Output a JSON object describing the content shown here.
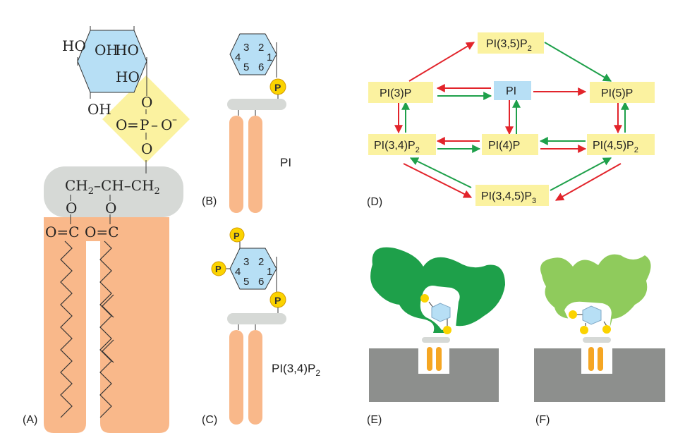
{
  "panel_labels": {
    "a": "(A)",
    "b": "(B)",
    "c": "(C)",
    "d": "(D)",
    "e": "(E)",
    "f": "(F)"
  },
  "panel_a": {
    "ring_labels": [
      "HO",
      "OH",
      "HO",
      "HO",
      "OH"
    ],
    "phosphate": {
      "o_top": "O",
      "o_left": "O",
      "eq": "=",
      "p": "P",
      "dash": "–",
      "o_right": "O",
      "minus": "–",
      "o_bottom": "O"
    },
    "glycerol": {
      "ch2_left": "CH",
      "ch2_left_sub": "2",
      "dash1": "–",
      "ch": "CH",
      "dash2": "–",
      "ch2_right": "CH",
      "ch2_right_sub": "2"
    },
    "ester_o_left": "O",
    "ester_o_right": "O",
    "carbonyl_left": "O=C",
    "carbonyl_right": "O=C"
  },
  "panel_b": {
    "ring_numbers": [
      "3",
      "2",
      "4",
      "1",
      "5",
      "6"
    ],
    "phosphate_badge": "P",
    "molecule_label": "PI"
  },
  "panel_c": {
    "ring_numbers": [
      "3",
      "2",
      "4",
      "1",
      "5",
      "6"
    ],
    "phosphate_badges": [
      "P",
      "P",
      "P"
    ],
    "molecule_label": "PI(3,4)P",
    "molecule_label_sub": "2"
  },
  "panel_d": {
    "nodes": [
      {
        "id": "pi35",
        "label": "PI(3,5)P",
        "sub": "2",
        "color": "#fbf2a0"
      },
      {
        "id": "pi3",
        "label": "PI(3)P",
        "sub": "",
        "color": "#fbf2a0"
      },
      {
        "id": "pi",
        "label": "PI",
        "sub": "",
        "color": "#b7dff5"
      },
      {
        "id": "pi5",
        "label": "PI(5)P",
        "sub": "",
        "color": "#fbf2a0"
      },
      {
        "id": "pi34",
        "label": "PI(3,4)P",
        "sub": "2",
        "color": "#fbf2a0"
      },
      {
        "id": "pi4",
        "label": "PI(4)P",
        "sub": "",
        "color": "#fbf2a0"
      },
      {
        "id": "pi45",
        "label": "PI(4,5)P",
        "sub": "2",
        "color": "#fbf2a0"
      },
      {
        "id": "pi345",
        "label": "PI(3,4,5)P",
        "sub": "3",
        "color": "#fbf2a0"
      }
    ],
    "colors": {
      "red": "#e2242b",
      "green": "#1ea04a"
    }
  },
  "colors": {
    "inositol": "#b7dff5",
    "phosphate_region": "#fbf2a0",
    "glycerol": "#d6d9d6",
    "fatty_acid": "#f9b88a",
    "phosphate_badge": "#fbd300",
    "protein_dark": "#1ea04a",
    "protein_light": "#8fcb5c",
    "membrane": "#8d8f8d",
    "lipid_tail": "#f5a623"
  }
}
